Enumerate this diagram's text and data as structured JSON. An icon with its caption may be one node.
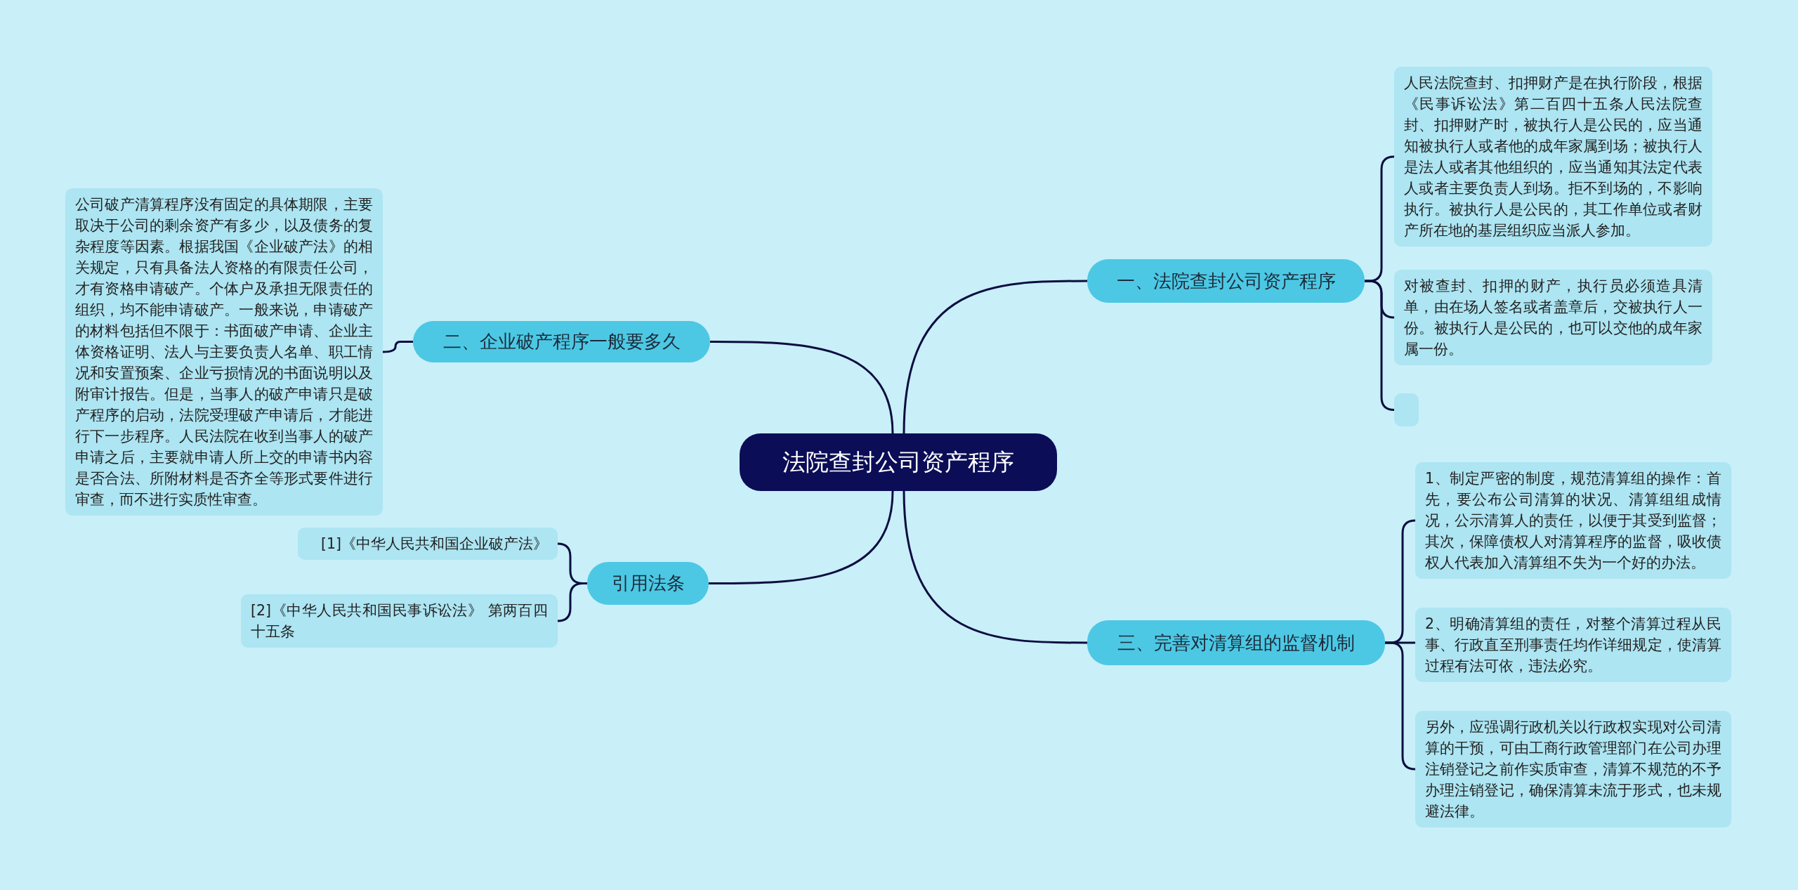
{
  "diagram": {
    "nodes": [
      {
        "text": [
          "法院查封公司资产程序"
        ]
      },
      {
        "text": [
          "一、法院查封公司资产程序"
        ]
      },
      {
        "text": [
          "人民法院查封、扣押财产是在执行阶段，根据《民事诉讼法》第二百四十五条人民法院查封、扣押财产时，被执行人是公民的，应当通知被执行人或者他的成年家属到场；被执行人是法人或者其他组织的，应当通知其法定代表人或者主要负责人到场。拒不到场的，不影响执行。被执行人是公民的，其工作单位或者财产所在地的基层组织应当派人参加。"
        ]
      },
      {
        "text": [
          "对被查封、扣押的财产，执行员必须造具清单，由在场人签名或者盖章后，交被执行人一份。被执行人是公民的，也可以交他的成年家属一份。"
        ]
      },
      {
        "text": [],
        "shape": "box"
      },
      {
        "text": [
          "二、企业破产程序一般要多久"
        ]
      },
      {
        "text": [
          "公司破产清算程序没有固定的具体期限，主要取决于公司的剩余资产有多少，以及债务的复杂程度等因素。根据我国《企业破产法》的相关规定，只有具备法人资格的有限责任公司，才有资格申请破产。个体户及承担无限责任的组织，均不能申请破产。一般来说，申请破产的材料包括但不限于：书面破产申请、企业主体资格证明、法人与主要负责人名单、职工情况和安置预案、企业亏损情况的书面说明以及附审计报告。但是，当事人的破产申请只是破产程序的启动，法院受理破产申请后，才能进行下一步程序。人民法院在收到当事人的破产申请之后，主要就申请人所上交的申请书内容是否合法、所附材料是否齐全等形式要件进行审查，而不进行实质性审查。"
        ]
      },
      {
        "text": [
          "引用法条"
        ]
      },
      {
        "text": [
          "[1]《中华人民共和国企业破产法》"
        ]
      },
      {
        "text": [
          "[2]《中华人民共和国民事诉讼法》 第两百四十五条"
        ]
      },
      {
        "text": [
          "三、完善对清算组的监督机制"
        ]
      },
      {
        "text": [
          "1、制定严密的制度，规范清算组的操作：首先，要公布公司清算的状况、清算组组成情况，公示清算人的责任，以便于其受到监督；其次，保障债权人对清算程序的监督，吸收债权人代表加入清算组不失为一个好的办法。"
        ]
      },
      {
        "text": [
          "2、明确清算组的责任，对整个清算过程从民事、行政直至刑事责任均作详细规定，使清算过程有法可依，违法必究。"
        ]
      },
      {
        "text": [
          "另外，应强调行政机关以行政权实现对公司清算的干预，可由工商行政管理部门在公司办理注销登记之前作实质审查，清算不规范的不予办理注销登记，确保清算未流于形式，也未规避法律。"
        ]
      }
    ],
    "edges": [
      {
        "from": 0,
        "to": 1,
        "arrow": "none"
      },
      {
        "from": 1,
        "to": 2,
        "arrow": "none"
      },
      {
        "from": 1,
        "to": 3,
        "arrow": "none"
      },
      {
        "from": 1,
        "to": 4,
        "arrow": "none"
      },
      {
        "from": 0,
        "to": 5,
        "arrow": "none"
      },
      {
        "from": 5,
        "to": 6,
        "arrow": "none"
      },
      {
        "from": 0,
        "to": 7,
        "arrow": "none"
      },
      {
        "from": 7,
        "to": 8,
        "arrow": "none"
      },
      {
        "from": 7,
        "to": 9,
        "arrow": "none"
      },
      {
        "from": 0,
        "to": 10,
        "arrow": "none"
      },
      {
        "from": 10,
        "to": 11,
        "arrow": "none"
      },
      {
        "from": 10,
        "to": 12,
        "arrow": "none"
      },
      {
        "from": 10,
        "to": 13,
        "arrow": "none"
      }
    ]
  }
}
